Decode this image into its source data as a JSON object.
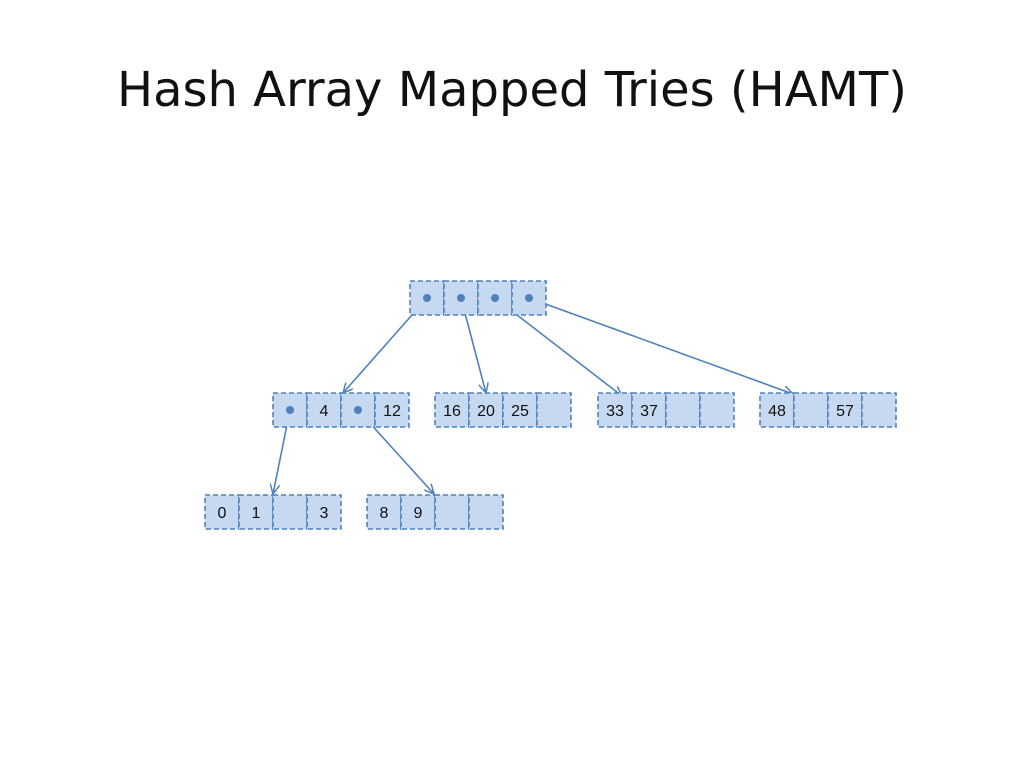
{
  "slide": {
    "title": "Hash Array Mapped Tries (HAMT)"
  },
  "colors": {
    "fill": "#c6d9f1",
    "stroke": "#4f81bd",
    "arrow": "#4f81bd",
    "text": "#111111"
  },
  "nodes": [
    {
      "id": "root",
      "cells": [
        "•",
        "•",
        "•",
        "•"
      ]
    },
    {
      "id": "n4-12",
      "cells": [
        "•",
        "4",
        "•",
        "12"
      ]
    },
    {
      "id": "n16-20-25",
      "cells": [
        "16",
        "20",
        "25",
        ""
      ]
    },
    {
      "id": "n33-37",
      "cells": [
        "33",
        "37",
        "",
        ""
      ]
    },
    {
      "id": "n48-57",
      "cells": [
        "48",
        "",
        "57",
        ""
      ]
    },
    {
      "id": "n0-1-3",
      "cells": [
        "0",
        "1",
        "",
        "3"
      ]
    },
    {
      "id": "n8-9",
      "cells": [
        "8",
        "9",
        "",
        ""
      ]
    }
  ],
  "edges": [
    {
      "from": "root",
      "from_cell": 0,
      "to": "n4-12"
    },
    {
      "from": "root",
      "from_cell": 1,
      "to": "n16-20-25"
    },
    {
      "from": "root",
      "from_cell": 2,
      "to": "n33-37"
    },
    {
      "from": "root",
      "from_cell": 3,
      "to": "n48-57"
    },
    {
      "from": "n4-12",
      "from_cell": 0,
      "to": "n0-1-3"
    },
    {
      "from": "n4-12",
      "from_cell": 2,
      "to": "n8-9"
    }
  ]
}
